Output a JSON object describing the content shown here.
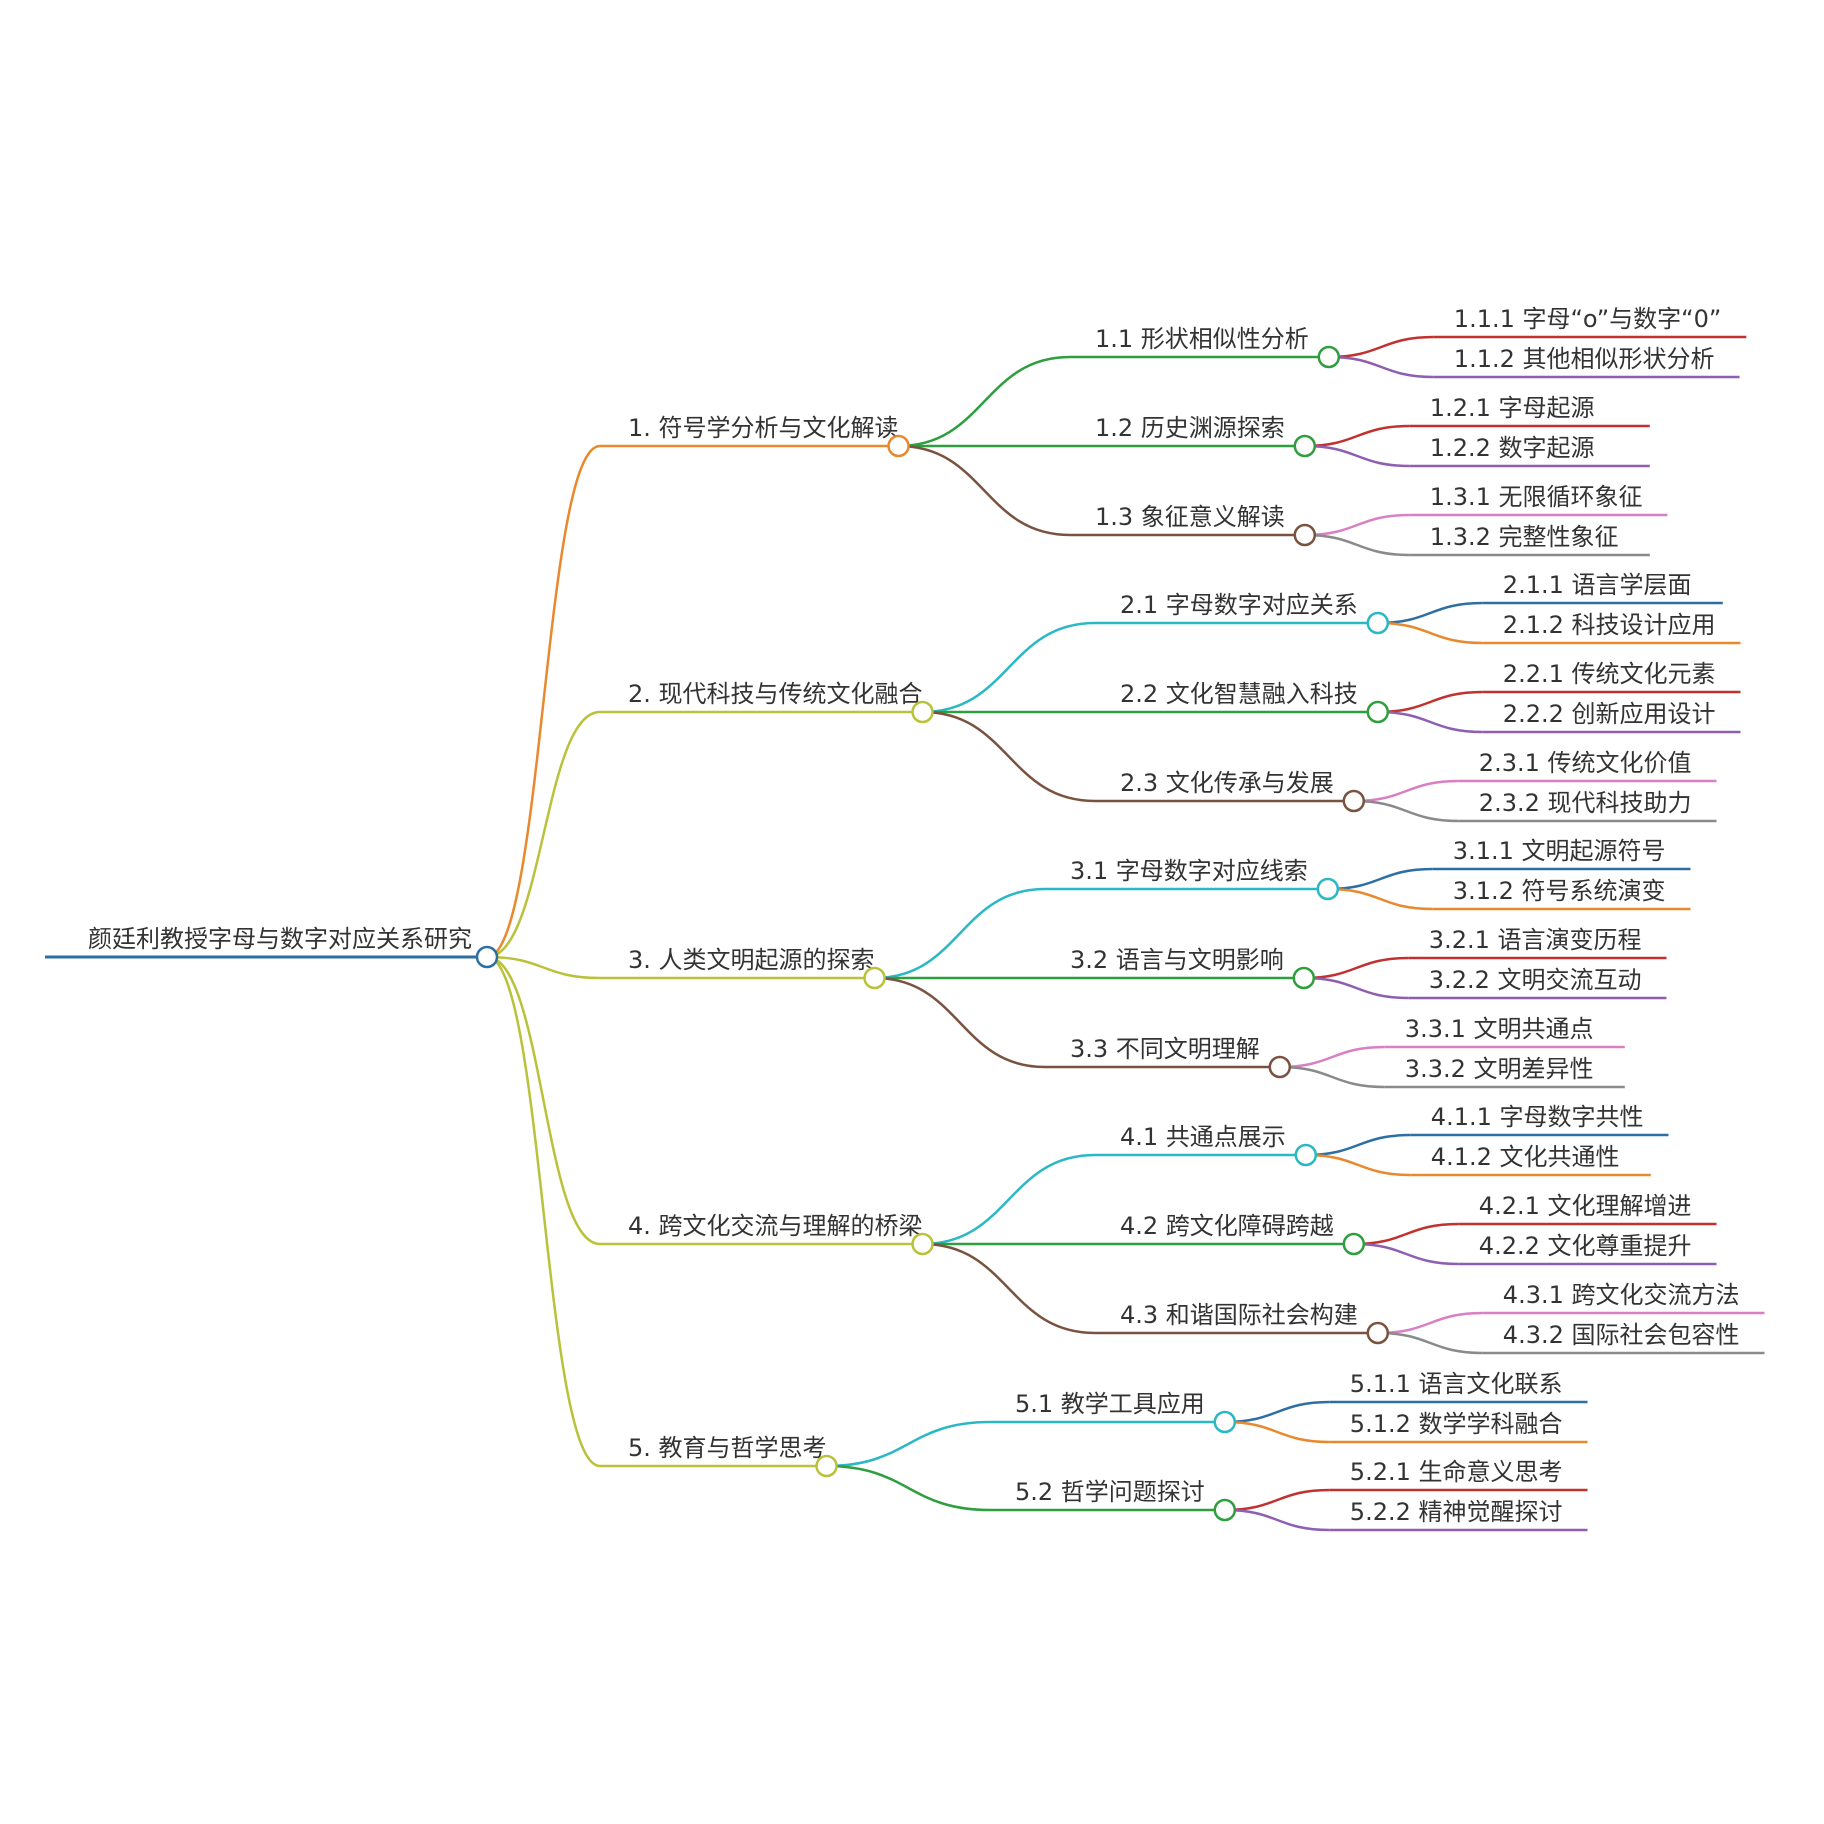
{
  "root": {
    "label": "颜廷利教授字母与数字对应关系研究",
    "color": "#2e6fa3"
  },
  "branches": [
    {
      "label": "1. 符号学分析与文化解读",
      "color": "#e8892d",
      "children": [
        {
          "label": "1.1 形状相似性分析",
          "color": "#2e9e3e",
          "children": [
            {
              "label": "1.1.1 字母“o”与数字“0”",
              "color": "#c0312f"
            },
            {
              "label": "1.1.2 其他相似形状分析",
              "color": "#8e5fb0"
            }
          ]
        },
        {
          "label": "1.2 历史渊源探索",
          "color": "#2e9e3e",
          "children": [
            {
              "label": "1.2.1 字母起源",
              "color": "#c0312f"
            },
            {
              "label": "1.2.2 数字起源",
              "color": "#8e5fb0"
            }
          ]
        },
        {
          "label": "1.3 象征意义解读",
          "color": "#7a5340",
          "children": [
            {
              "label": "1.3.1 无限循环象征",
              "color": "#d97fc4"
            },
            {
              "label": "1.3.2 完整性象征",
              "color": "#8a8a8a"
            }
          ]
        }
      ]
    },
    {
      "label": "2. 现代科技与传统文化融合",
      "color": "#b9c23a",
      "children": [
        {
          "label": "2.1 字母数字对应关系",
          "color": "#2ab8c4",
          "children": [
            {
              "label": "2.1.1 语言学层面",
              "color": "#2e6fa3"
            },
            {
              "label": "2.1.2 科技设计应用",
              "color": "#e8892d"
            }
          ]
        },
        {
          "label": "2.2 文化智慧融入科技",
          "color": "#2e9e3e",
          "children": [
            {
              "label": "2.2.1 传统文化元素",
              "color": "#c0312f"
            },
            {
              "label": "2.2.2 创新应用设计",
              "color": "#8e5fb0"
            }
          ]
        },
        {
          "label": "2.3 文化传承与发展",
          "color": "#7a5340",
          "children": [
            {
              "label": "2.3.1 传统文化价值",
              "color": "#d97fc4"
            },
            {
              "label": "2.3.2 现代科技助力",
              "color": "#8a8a8a"
            }
          ]
        }
      ]
    },
    {
      "label": "3. 人类文明起源的探索",
      "color": "#b9c23a",
      "children": [
        {
          "label": "3.1 字母数字对应线索",
          "color": "#2ab8c4",
          "children": [
            {
              "label": "3.1.1 文明起源符号",
              "color": "#2e6fa3"
            },
            {
              "label": "3.1.2 符号系统演变",
              "color": "#e8892d"
            }
          ]
        },
        {
          "label": "3.2 语言与文明影响",
          "color": "#2e9e3e",
          "children": [
            {
              "label": "3.2.1 语言演变历程",
              "color": "#c0312f"
            },
            {
              "label": "3.2.2 文明交流互动",
              "color": "#8e5fb0"
            }
          ]
        },
        {
          "label": "3.3 不同文明理解",
          "color": "#7a5340",
          "children": [
            {
              "label": "3.3.1 文明共通点",
              "color": "#d97fc4"
            },
            {
              "label": "3.3.2 文明差异性",
              "color": "#8a8a8a"
            }
          ]
        }
      ]
    },
    {
      "label": "4. 跨文化交流与理解的桥梁",
      "color": "#b9c23a",
      "children": [
        {
          "label": "4.1 共通点展示",
          "color": "#2ab8c4",
          "children": [
            {
              "label": "4.1.1 字母数字共性",
              "color": "#2e6fa3"
            },
            {
              "label": "4.1.2 文化共通性",
              "color": "#e8892d"
            }
          ]
        },
        {
          "label": "4.2 跨文化障碍跨越",
          "color": "#2e9e3e",
          "children": [
            {
              "label": "4.2.1 文化理解增进",
              "color": "#c0312f"
            },
            {
              "label": "4.2.2 文化尊重提升",
              "color": "#8e5fb0"
            }
          ]
        },
        {
          "label": "4.3 和谐国际社会构建",
          "color": "#7a5340",
          "children": [
            {
              "label": "4.3.1 跨文化交流方法",
              "color": "#d97fc4"
            },
            {
              "label": "4.3.2 国际社会包容性",
              "color": "#8a8a8a"
            }
          ]
        }
      ]
    },
    {
      "label": "5. 教育与哲学思考",
      "color": "#b9c23a",
      "children": [
        {
          "label": "5.1 教学工具应用",
          "color": "#2ab8c4",
          "children": [
            {
              "label": "5.1.1 语言文化联系",
              "color": "#2e6fa3"
            },
            {
              "label": "5.1.2 数学学科融合",
              "color": "#e8892d"
            }
          ]
        },
        {
          "label": "5.2 哲学问题探讨",
          "color": "#2e9e3e",
          "children": [
            {
              "label": "5.2.1 生命意义思考",
              "color": "#c0312f"
            },
            {
              "label": "5.2.2 精神觉醒探讨",
              "color": "#8e5fb0"
            }
          ]
        }
      ]
    }
  ]
}
